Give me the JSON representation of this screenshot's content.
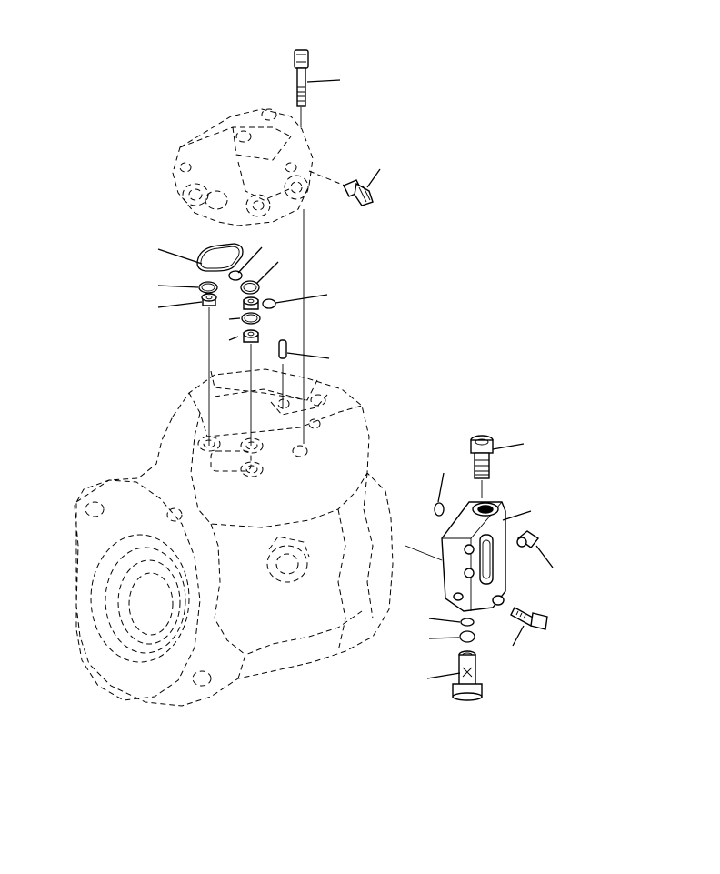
{
  "drawing": {
    "type": "exploded-parts-diagram",
    "background": "#ffffff",
    "line_color": "#000000",
    "parts": [
      "bolt-top",
      "valve-body",
      "plug-connector",
      "o-ring-large",
      "o-ring-small-1",
      "o-ring-small-2",
      "o-ring-small-3",
      "o-ring-small-4",
      "o-ring-small-5",
      "sleeve-1",
      "sleeve-2",
      "dowel-pin",
      "pump-housing",
      "spool-top",
      "valve-block",
      "o-ring-side",
      "plug-side",
      "bolt-side",
      "o-ring-bottom-1",
      "o-ring-bottom-2",
      "spool-bottom"
    ]
  }
}
